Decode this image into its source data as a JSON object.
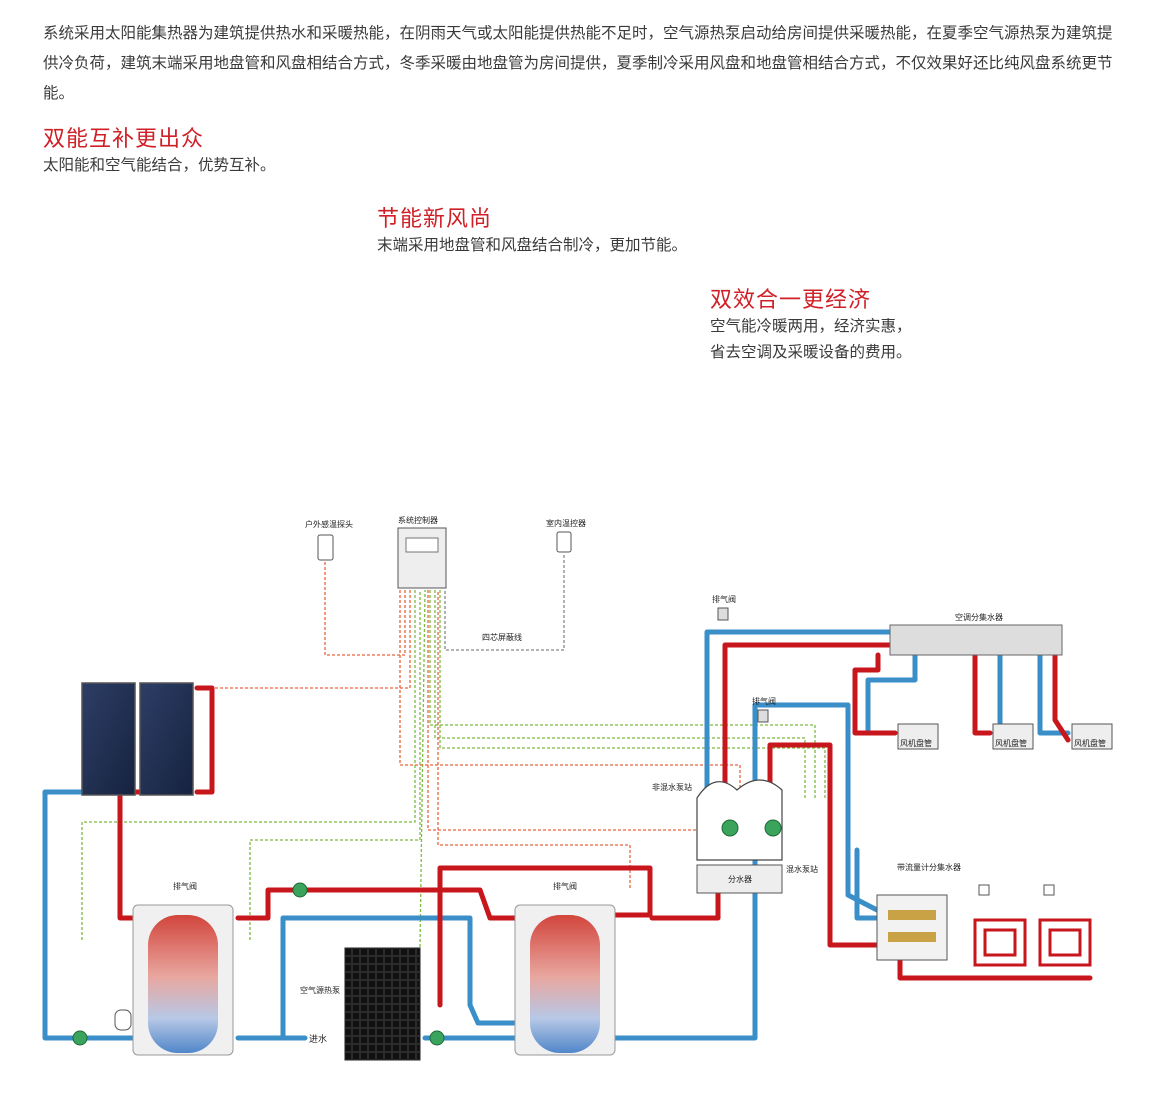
{
  "intro": "系统采用太阳能集热器为建筑提供热水和采暖热能，在阴雨天气或太阳能提供热能不足时，空气源热泵启动给房间提供采暖热能，在夏季空气源热泵为建筑提供冷负荷，建筑末端采用地盘管和风盘相结合方式，冬季采暖由地盘管为房间提供，夏季制冷采用风盘和地盘管相结合方式，不仅效果好还比纯风盘系统更节能。",
  "features": [
    {
      "title": "双能互补更出众",
      "lines": [
        "太阳能和空气能结合，优势互补。"
      ]
    },
    {
      "title": "节能新风尚",
      "lines": [
        "末端采用地盘管和风盘结合制冷，更加节能。"
      ]
    },
    {
      "title": "双效合一更经济",
      "lines": [
        "空气能冷暖两用，经济实惠，",
        "省去空调及采暖设备的费用。"
      ]
    }
  ],
  "colors": {
    "accent": "#d02027",
    "hot_pipe": "#c8161d",
    "cold_pipe": "#3a8fc8",
    "signal_orange": "#e8643c",
    "signal_green": "#7dbb42",
    "signal_gray": "#888888"
  },
  "diagram": {
    "labels": {
      "outdoor_sensor": "户外感温探头",
      "controller": "系统控制器",
      "indoor_thermostat": "室内温控器",
      "shielded_cable": "四芯屏蔽线",
      "air_valve_top": "排气阀",
      "ac_manifold": "空调分集水器",
      "air_valve_mid": "排气阀",
      "fan_coil_1": "风机盘管",
      "fan_coil_2": "风机盘管",
      "fan_coil_3": "风机盘管",
      "non_mixing_station": "非混水泵站",
      "distributor": "分水器",
      "mixing_station": "混水泵站",
      "flow_manifold": "带流量计分集水器",
      "air_valve_tank1": "排气阀",
      "air_valve_tank2": "排气阀",
      "heat_pump": "空气源热泵",
      "water_inlet": "进水"
    }
  }
}
